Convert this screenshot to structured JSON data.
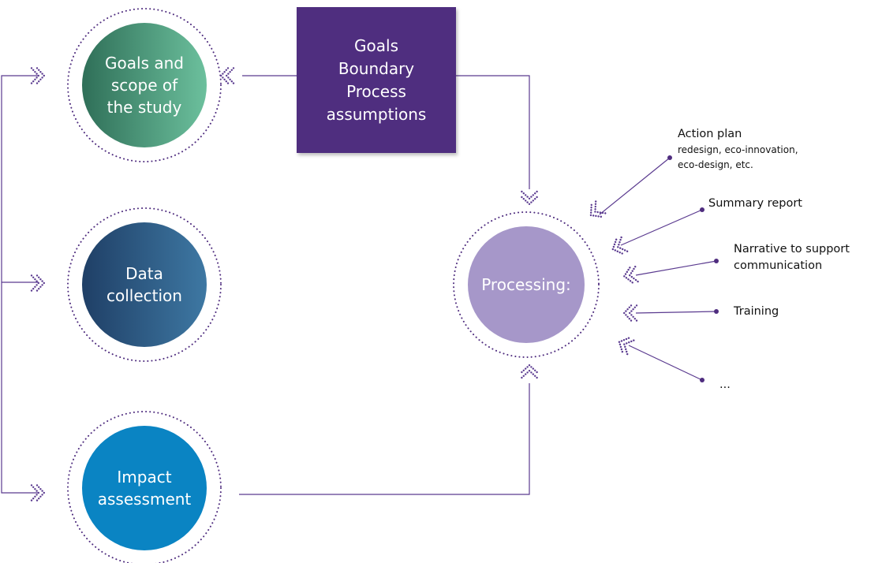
{
  "colors": {
    "accent_purple": "#4f2d7f",
    "line_purple": "#5a3a8f",
    "dots_purple": "#6a4c9c",
    "circle_goals_start": "#2f6f58",
    "circle_goals_end": "#6cc09d",
    "circle_data_start": "#1f3f66",
    "circle_data_end": "#3e78a3",
    "circle_impact": "#0a84c3",
    "circle_processing": "#a697c9"
  },
  "nodes": {
    "goals_scope": {
      "label": "Goals and\nscope of\nthe study"
    },
    "data_collection": {
      "label": "Data\ncollection"
    },
    "impact_assessment": {
      "label": "Impact\nassessment"
    },
    "processing": {
      "label": "Processing:"
    },
    "assumptions_box": {
      "label": "Goals\nBoundary\nProcess\nassumptions"
    }
  },
  "outputs": [
    {
      "label": "Action plan",
      "sublabel": "redesign, eco-innovation,\neco-design, etc."
    },
    {
      "label": "Summary report",
      "sublabel": ""
    },
    {
      "label": "Narrative to support\ncommunication",
      "sublabel": ""
    },
    {
      "label": "Training",
      "sublabel": ""
    },
    {
      "label": "...",
      "sublabel": ""
    }
  ]
}
